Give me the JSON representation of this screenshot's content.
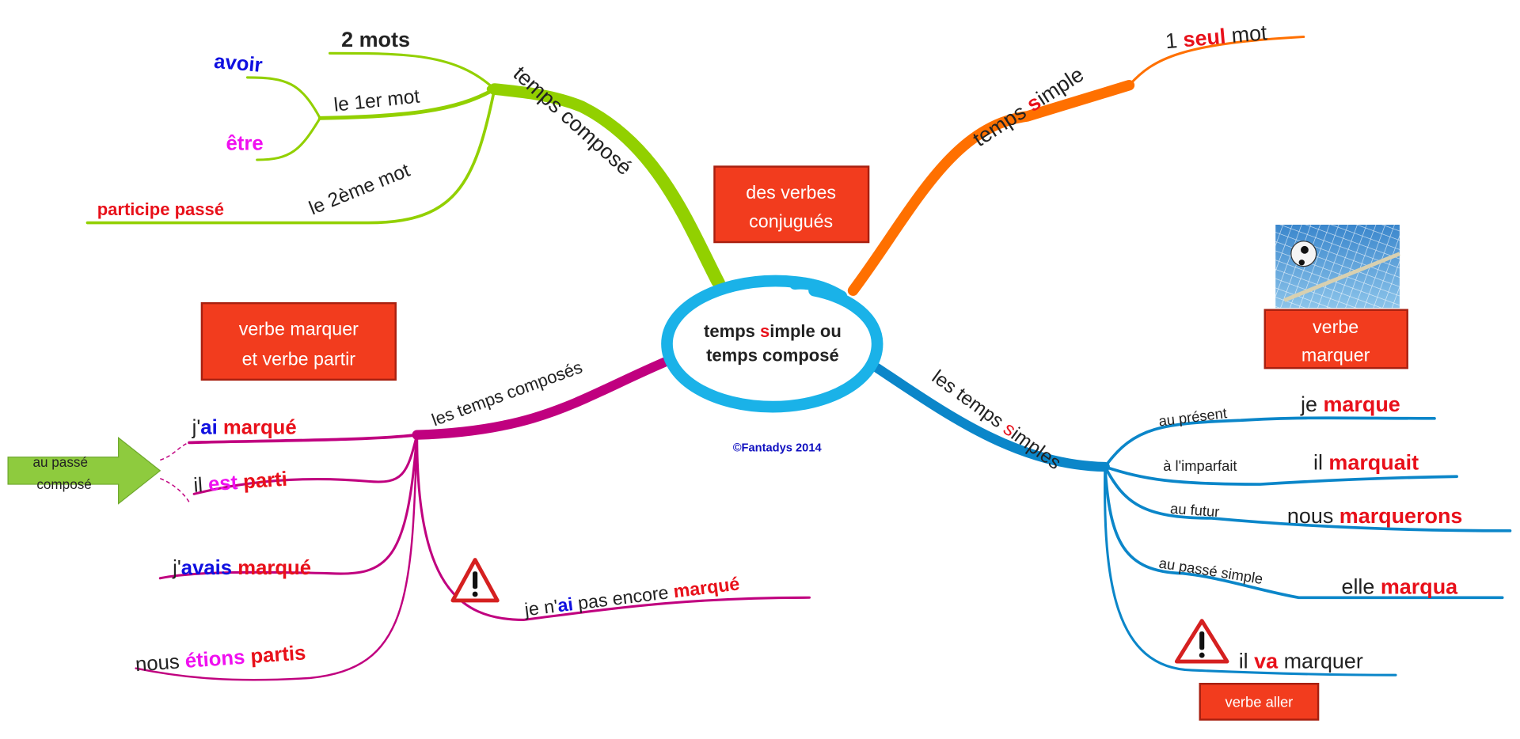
{
  "colors": {
    "green_branch": "#92d000",
    "orange_branch": "#ff7000",
    "magenta_branch": "#c0007f",
    "blue_branch": "#0b86c9",
    "center_ring": "#1ab2e8",
    "box_fill": "#f23c1e",
    "box_border": "#a82010",
    "arrow_fill": "#8ecb3e",
    "text_black": "#222222",
    "text_red": "#e8101a",
    "text_blue": "#1010e0",
    "text_magenta": "#f010f0"
  },
  "center": {
    "line1": [
      {
        "t": "temps ",
        "c": "text_black"
      },
      {
        "t": "s",
        "c": "text_red"
      },
      {
        "t": "imple ou",
        "c": "text_black"
      }
    ],
    "line2": [
      {
        "t": "temps composé",
        "c": "text_black"
      }
    ]
  },
  "copyright": "©Fantadys 2014",
  "boxes": {
    "des_verbes": [
      "des verbes",
      "conjugués"
    ],
    "verbe_marquer_partir": [
      "verbe marquer",
      "et verbe partir"
    ],
    "verbe_marquer": [
      "verbe",
      "marquer"
    ],
    "verbe_aller": "verbe aller"
  },
  "arrow_label": [
    "au passé",
    "composé"
  ],
  "temps_compose": {
    "label": [
      {
        "t": "temps composé",
        "c": "text_black"
      }
    ],
    "deux_mots": [
      {
        "t": "2 mots",
        "c": "text_black",
        "b": true
      }
    ],
    "premier_mot": [
      {
        "t": "le 1er mot",
        "c": "text_black"
      }
    ],
    "avoir": [
      {
        "t": "avoir",
        "c": "text_blue",
        "b": true
      }
    ],
    "etre": [
      {
        "t": "être",
        "c": "text_magenta",
        "b": true
      }
    ],
    "deuxieme_mot": [
      {
        "t": "le 2ème mot",
        "c": "text_black"
      }
    ],
    "participe": [
      {
        "t": "participe passé",
        "c": "text_red",
        "b": true
      }
    ]
  },
  "temps_simple": {
    "label": [
      {
        "t": "temps ",
        "c": "text_black"
      },
      {
        "t": "s",
        "c": "text_red",
        "b": true
      },
      {
        "t": "imple",
        "c": "text_black"
      }
    ],
    "seul_mot": [
      {
        "t": "1 ",
        "c": "text_black"
      },
      {
        "t": "seul",
        "c": "text_red",
        "b": true
      },
      {
        "t": " mot",
        "c": "text_black"
      }
    ]
  },
  "les_temps_composes": {
    "label": [
      {
        "t": "les temps composés",
        "c": "text_black"
      }
    ],
    "examples": [
      [
        {
          "t": "j'",
          "c": "text_black"
        },
        {
          "t": "ai",
          "c": "text_blue",
          "b": true
        },
        {
          "t": " ",
          "c": "text_black"
        },
        {
          "t": "marqué",
          "c": "text_red",
          "b": true
        }
      ],
      [
        {
          "t": "il ",
          "c": "text_black"
        },
        {
          "t": "est",
          "c": "text_magenta",
          "b": true
        },
        {
          "t": " ",
          "c": "text_black"
        },
        {
          "t": "parti",
          "c": "text_red",
          "b": true
        }
      ],
      [
        {
          "t": "j'",
          "c": "text_black"
        },
        {
          "t": "avais",
          "c": "text_blue",
          "b": true
        },
        {
          "t": " ",
          "c": "text_black"
        },
        {
          "t": "marqué",
          "c": "text_red",
          "b": true
        }
      ],
      [
        {
          "t": "nous ",
          "c": "text_black"
        },
        {
          "t": "étions",
          "c": "text_magenta",
          "b": true
        },
        {
          "t": " ",
          "c": "text_black"
        },
        {
          "t": "partis",
          "c": "text_red",
          "b": true
        }
      ],
      [
        {
          "t": "je n'",
          "c": "text_black"
        },
        {
          "t": "ai",
          "c": "text_blue",
          "b": true
        },
        {
          "t": " pas encore ",
          "c": "text_black"
        },
        {
          "t": "marqué",
          "c": "text_red",
          "b": true
        }
      ]
    ]
  },
  "les_temps_simples": {
    "label": [
      {
        "t": "les temps ",
        "c": "text_black"
      },
      {
        "t": "s",
        "c": "text_red"
      },
      {
        "t": "imples",
        "c": "text_black"
      }
    ],
    "tenses": [
      {
        "name": [
          {
            "t": "au présent",
            "c": "text_black"
          }
        ],
        "example": [
          {
            "t": "je ",
            "c": "text_black"
          },
          {
            "t": "marque",
            "c": "text_red",
            "b": true
          }
        ]
      },
      {
        "name": [
          {
            "t": "à l'imparfait",
            "c": "text_black"
          }
        ],
        "example": [
          {
            "t": "il ",
            "c": "text_black"
          },
          {
            "t": "marquait",
            "c": "text_red",
            "b": true
          }
        ]
      },
      {
        "name": [
          {
            "t": "au futur",
            "c": "text_black"
          }
        ],
        "example": [
          {
            "t": "nous ",
            "c": "text_black"
          },
          {
            "t": "marquerons",
            "c": "text_red",
            "b": true
          }
        ]
      },
      {
        "name": [
          {
            "t": "au passé simple",
            "c": "text_black"
          }
        ],
        "example": [
          {
            "t": "elle ",
            "c": "text_black"
          },
          {
            "t": "marqua",
            "c": "text_red",
            "b": true
          }
        ]
      }
    ],
    "warning_example": [
      {
        "t": "il ",
        "c": "text_black"
      },
      {
        "t": "va",
        "c": "text_red",
        "b": true
      },
      {
        "t": " marquer",
        "c": "text_black"
      }
    ]
  },
  "icons": [
    "warning-icon",
    "football-goal-image",
    "arrow-right-icon"
  ]
}
